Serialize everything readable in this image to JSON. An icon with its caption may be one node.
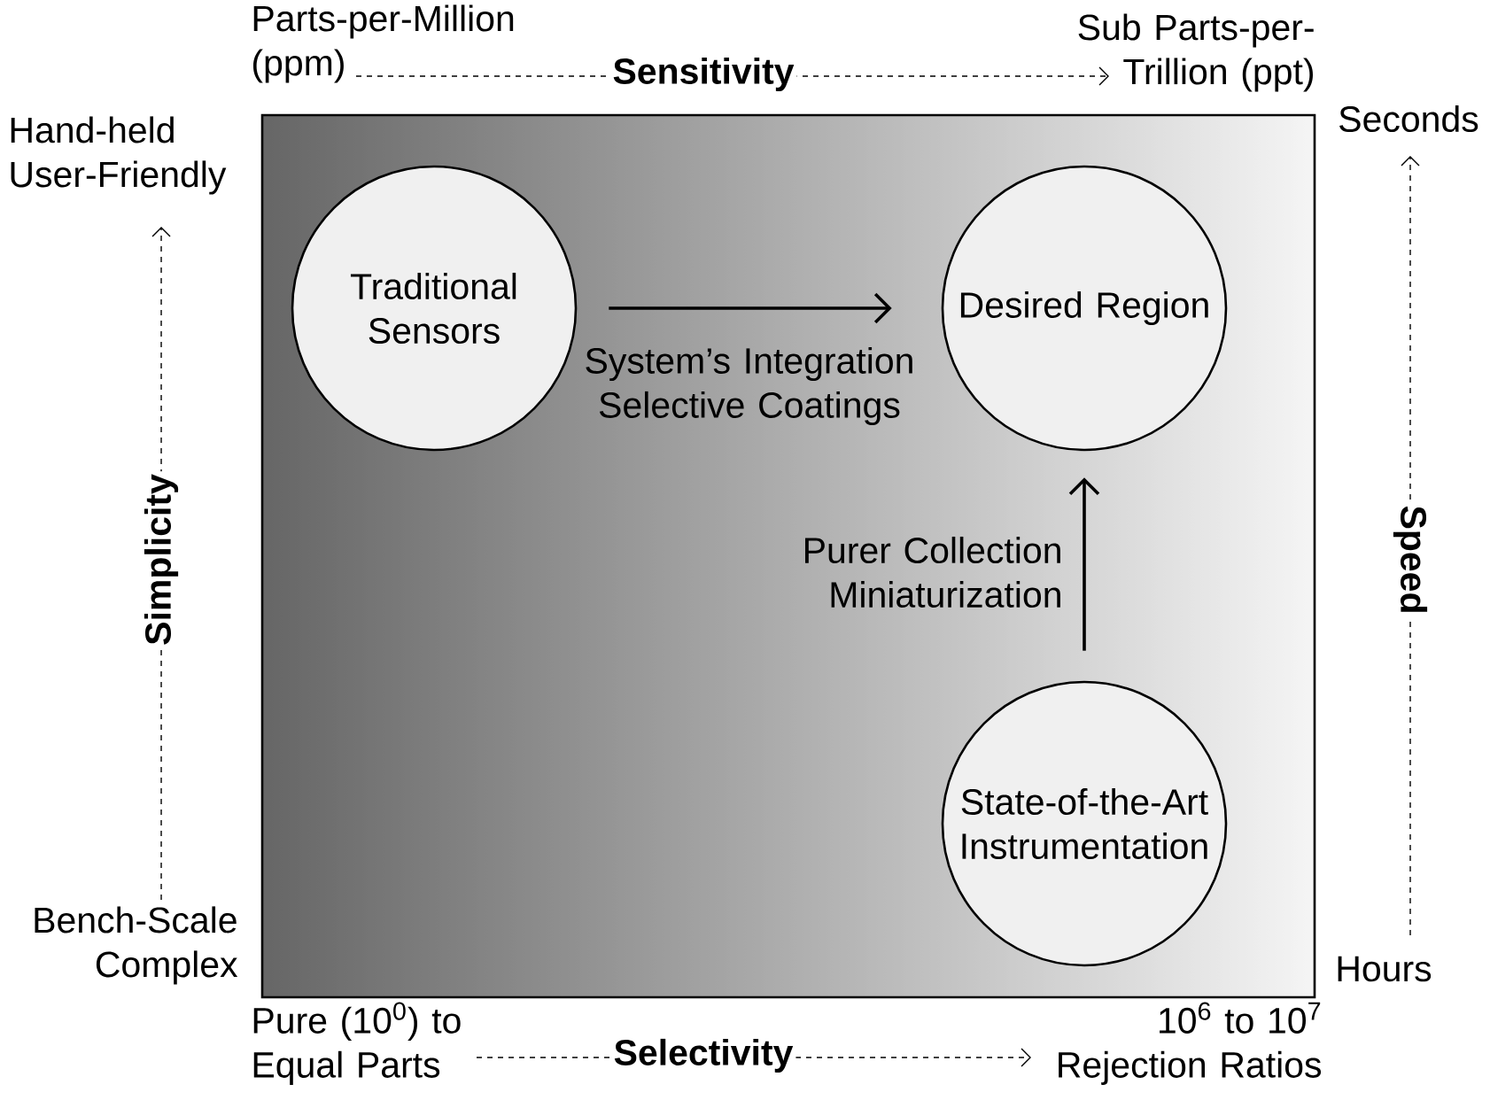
{
  "diagram": {
    "nodes": [
      {
        "text": [
          "Traditional Sensors"
        ]
      },
      {
        "text": [
          "Desired Region"
        ]
      },
      {
        "text": [
          "State-of-the-Art Instrumentation"
        ]
      }
    ],
    "edges": [
      {
        "from": 0,
        "to": 1,
        "arrow": "to",
        "label": "System’s Integration Selective Coatings"
      },
      {
        "from": 2,
        "to": 1,
        "arrow": "to",
        "label": "Purer Collection Miniaturization"
      }
    ],
    "labels": [
      "Parts-per-Million (ppm)",
      "Sensitivity",
      "Sub Parts-per-Trillion (ppt)",
      "Hand-held User-Friendly",
      "Seconds",
      "Simplicity",
      "Speed",
      "Bench-Scale Complex",
      "Hours",
      "Pure (10$^{0}$) to Equal Parts",
      "Selectivity",
      "10$^{6}$ to 10$^{7}$ Rejection Ratios"
    ]
  }
}
